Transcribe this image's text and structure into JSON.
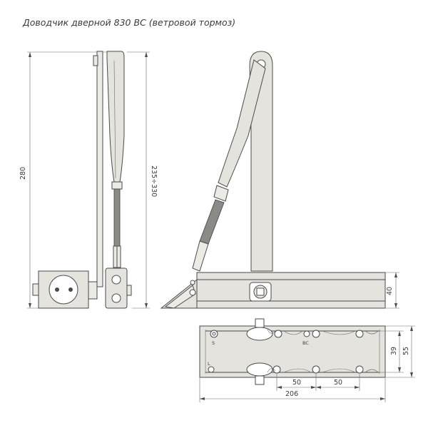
{
  "title": "Доводчик дверной 830 BC (ветровой тормоз)",
  "dimensions": {
    "total_height": "280",
    "arm_range": "235÷330",
    "body_height": "40",
    "mount_inner": "39",
    "mount_outer": "55",
    "hole_spacing_1": "50",
    "hole_spacing_2": "50",
    "total_length": "206"
  },
  "valve_labels": {
    "s": "S",
    "bc": "BC",
    "l": "L"
  }
}
